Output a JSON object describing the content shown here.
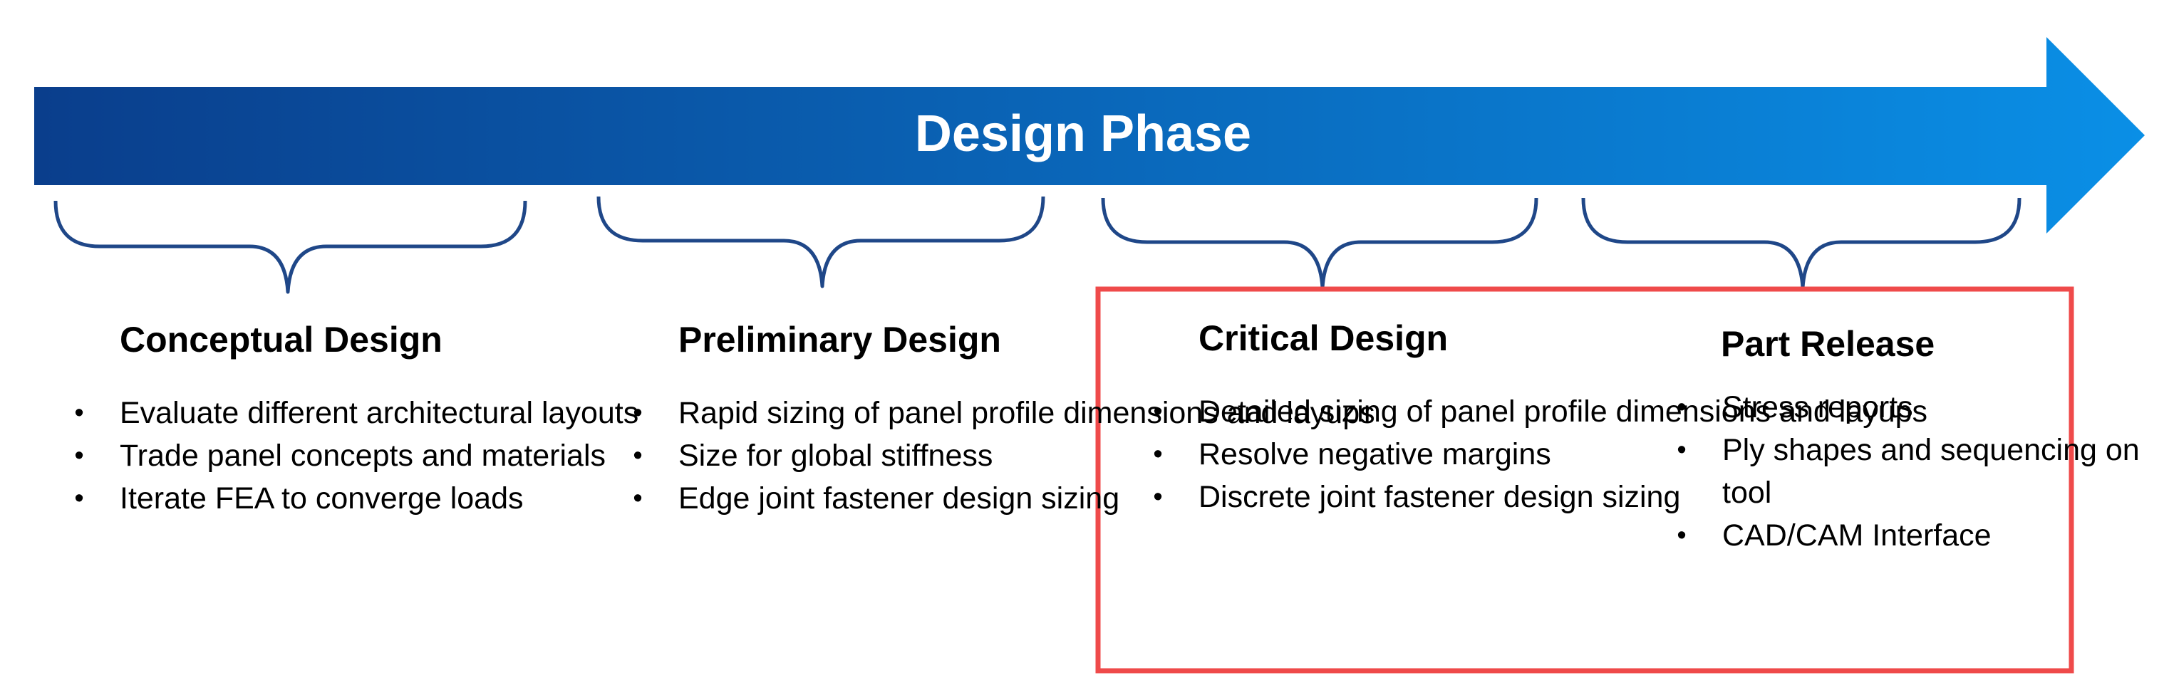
{
  "colors": {
    "arrow_start": "#0a3e8c",
    "arrow_end": "#0a8fe6",
    "brace": "#1f4788",
    "highlight_box": "#ef4a4a"
  },
  "arrow": {
    "title": "Design Phase"
  },
  "phases": [
    {
      "title": "Conceptual Design",
      "items": [
        "Evaluate different architectural layouts",
        "Trade panel concepts and materials",
        "Iterate FEA to converge loads"
      ]
    },
    {
      "title": "Preliminary Design",
      "items": [
        "Rapid sizing of panel profile dimensions and layups",
        "Size for global stiffness",
        "Edge joint fastener design sizing"
      ]
    },
    {
      "title": "Critical Design",
      "items": [
        "Detailed sizing of panel profile dimensions and layups",
        "Resolve negative margins",
        "Discrete joint fastener design sizing"
      ]
    },
    {
      "title": "Part Release",
      "items": [
        "Stress reports",
        "Ply shapes and sequencing on tool",
        "CAD/CAM Interface"
      ]
    }
  ],
  "bullet_glyph": "•"
}
